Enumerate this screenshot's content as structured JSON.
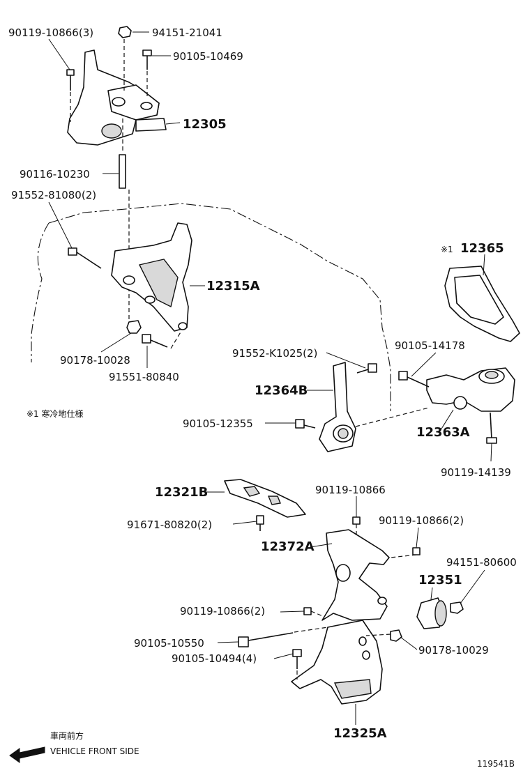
{
  "labels": {
    "p90119_10866_3": "90119-10866(3)",
    "p94151_21041": "94151-21041",
    "p90105_10469": "90105-10469",
    "p12305": "12305",
    "p90116_10230": "90116-10230",
    "p91552_81080_2": "91552-81080(2)",
    "p12315A": "12315A",
    "p90178_10028": "90178-10028",
    "p91551_80840": "91551-80840",
    "p12365": "12365",
    "p90105_14178": "90105-14178",
    "p91552_K1025_2": "91552-K1025(2)",
    "p12364B": "12364B",
    "p90105_12355": "90105-12355",
    "p12363A": "12363A",
    "p90119_14139": "90119-14139",
    "p12321B": "12321B",
    "p90119_10866": "90119-10866",
    "p91671_80820_2": "91671-80820(2)",
    "p90119_10866_2a": "90119-10866(2)",
    "p12372A": "12372A",
    "p94151_80600": "94151-80600",
    "p12351": "12351",
    "p90119_10866_2b": "90119-10866(2)",
    "p90105_10550": "90105-10550",
    "p90178_10029": "90178-10029",
    "p90105_10494_4": "90105-10494(4)",
    "p12325A": "12325A"
  },
  "note_marker": "※1",
  "footnote": "※1 寒冷地仕様",
  "direction": {
    "jp": "車両前方",
    "en": "VEHICLE FRONT SIDE",
    "icon": "arrow-left-icon"
  },
  "diagram_id": "119541B"
}
